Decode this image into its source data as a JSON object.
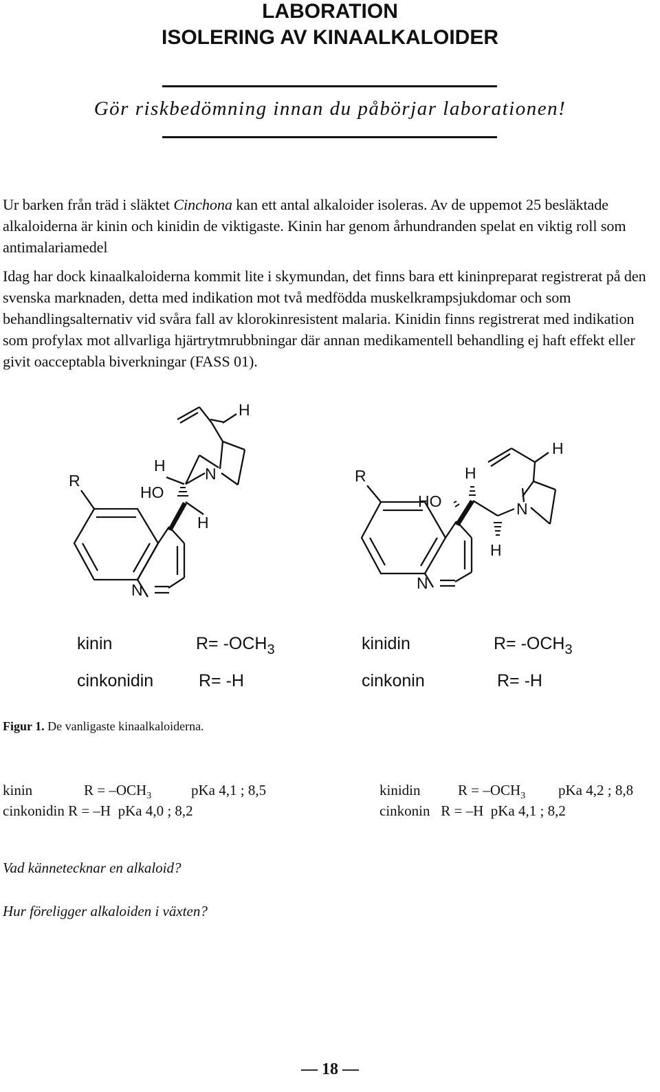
{
  "header": {
    "title_line1": "LABORATION",
    "title_line2": "ISOLERING AV KINAALKALOIDER",
    "warning": "Gör riskbedömning innan du påbörjar laborationen!"
  },
  "intro": {
    "p1_before": "Ur barken från träd i släktet ",
    "p1_genus": "Cinchona",
    "p1_after": " kan ett antal alkaloider isoleras. Av de uppemot 25 besläktade alkaloiderna är kinin och kinidin de viktigaste. Kinin har genom århundranden spelat en viktig roll som antimalariamedel",
    "p2": "Idag har dock kinaalkaloiderna kommit lite i skymundan, det finns bara ett kininpreparat registrerat på den svenska marknaden, detta med indikation mot två medfödda muskelkrampsjukdomar och som behandlingsalternativ vid svåra fall av klorokinresistent malaria. Kinidin finns registrerat med indikation som profylax mot allvarliga hjärtrytmrubbningar där annan medikamentell behandling ej haft effekt eller givit oacceptabla biverkningar (FASS 01)."
  },
  "structures": {
    "atom_R": "R",
    "atom_HO": "HO",
    "atom_H": "H",
    "atom_N": "N"
  },
  "figure_labels": {
    "kinin": "kinin",
    "kinin_r_main": "R= -OCH",
    "kinin_r_sub": "3",
    "kinidin": "kinidin",
    "kinidin_r_main": "R= -OCH",
    "kinidin_r_sub": "3",
    "cinkonidin": "cinkonidin",
    "cinkonidin_r": "R= -H",
    "cinkonin": "cinkonin",
    "cinkonin_r": "R= -H"
  },
  "caption": {
    "label": "Figur 1.",
    "text": " De vanligaste kinaalkaloiderna."
  },
  "pka_table": {
    "row1_left_name": "kinin",
    "row1_left_r": "R = –OCH",
    "row1_left_sub": "3",
    "row1_left_pka": "pKa  4,1 ; 8,5",
    "row1_right_name": "kinidin",
    "row1_right_r": "R = –OCH",
    "row1_right_sub": "3",
    "row1_right_pka": "pKa 4,2 ; 8,8",
    "row2_left": "cinkonidin R = –H  pKa 4,0 ; 8,2",
    "row2_right": "cinkonin   R = –H  pKa 4,1 ; 8,2"
  },
  "questions": {
    "q1": "Vad kännetecknar en alkaloid?",
    "q2": "Hur föreligger alkaloiden i växten?"
  },
  "footer": {
    "page_number": "— 18 —"
  }
}
